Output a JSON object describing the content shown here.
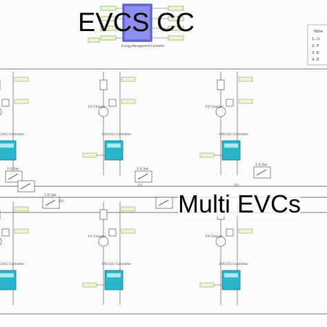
{
  "titles": {
    "evcs_cc": "EVCS CC",
    "multi_evcs": "Multi EVCs"
  },
  "top_block": {
    "caption": "Energy Management Controller"
  },
  "notes": {
    "heading": "Note",
    "lines": [
      "1. U",
      "2. P",
      "3. E",
      "4. E"
    ]
  },
  "unit_labels": {
    "controller": "EVC(U1) Controller",
    "charger": "EV Charger",
    "switch": "1-Q Swi",
    "ev": "EV"
  },
  "colors": {
    "block_cyan": "#2ab5c8",
    "tag_green": "#ecf7d6",
    "tag_border": "#6a9a3a",
    "wire": "#444444",
    "blue_block": "#5b5fd6"
  }
}
